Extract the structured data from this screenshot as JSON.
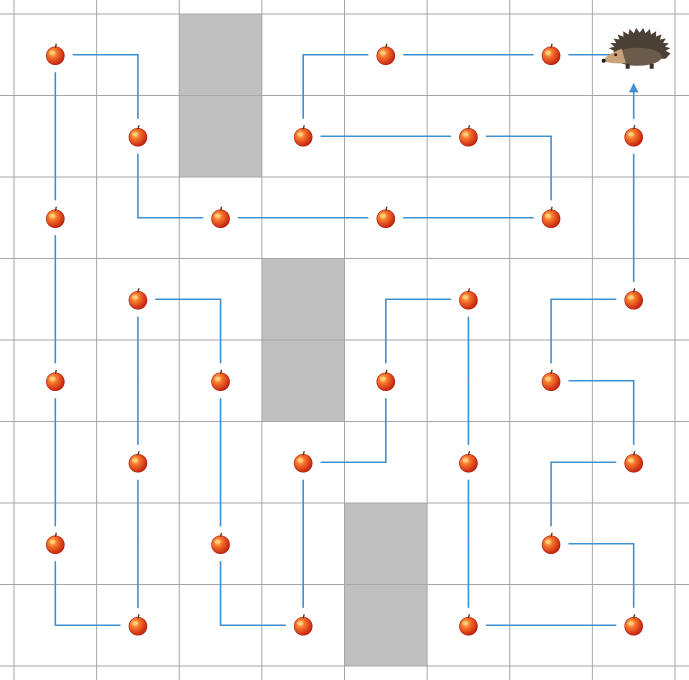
{
  "puzzle": {
    "grid": {
      "cols": 8,
      "rows": 8
    },
    "colors": {
      "background": "#ffffff",
      "grid_line": "#a6a6a6",
      "blocked_cell": "#c0c0c0",
      "path": "#3f8fd3",
      "apple_body": "#e8461d",
      "apple_highlight": "#ffd27a",
      "apple_stem": "#5a3b1a",
      "hedgehog_body": "#4a4036",
      "hedgehog_face": "#c9a27a"
    },
    "blocked_cells": [
      {
        "col": 2,
        "row": 0
      },
      {
        "col": 2,
        "row": 1
      },
      {
        "col": 3,
        "row": 3
      },
      {
        "col": 3,
        "row": 4
      },
      {
        "col": 4,
        "row": 6
      },
      {
        "col": 4,
        "row": 7
      }
    ],
    "hedgehog": {
      "col": 7,
      "row": 0,
      "icon": "hedgehog-icon"
    },
    "apples": [
      {
        "col": 0,
        "row": 0
      },
      {
        "col": 4,
        "row": 0
      },
      {
        "col": 6,
        "row": 0
      },
      {
        "col": 1,
        "row": 1
      },
      {
        "col": 3,
        "row": 1
      },
      {
        "col": 5,
        "row": 1
      },
      {
        "col": 7,
        "row": 1
      },
      {
        "col": 0,
        "row": 2
      },
      {
        "col": 2,
        "row": 2
      },
      {
        "col": 4,
        "row": 2
      },
      {
        "col": 6,
        "row": 2
      },
      {
        "col": 1,
        "row": 3
      },
      {
        "col": 5,
        "row": 3
      },
      {
        "col": 7,
        "row": 3
      },
      {
        "col": 0,
        "row": 4
      },
      {
        "col": 2,
        "row": 4
      },
      {
        "col": 4,
        "row": 4
      },
      {
        "col": 6,
        "row": 4
      },
      {
        "col": 1,
        "row": 5
      },
      {
        "col": 3,
        "row": 5
      },
      {
        "col": 5,
        "row": 5
      },
      {
        "col": 7,
        "row": 5
      },
      {
        "col": 0,
        "row": 6
      },
      {
        "col": 2,
        "row": 6
      },
      {
        "col": 6,
        "row": 6
      },
      {
        "col": 1,
        "row": 7
      },
      {
        "col": 3,
        "row": 7
      },
      {
        "col": 5,
        "row": 7
      },
      {
        "col": 7,
        "row": 7
      }
    ],
    "path_cells": [
      [
        7,
        0
      ],
      [
        6,
        0
      ],
      [
        5,
        0
      ],
      [
        4,
        0
      ],
      [
        3,
        0
      ],
      [
        3,
        1
      ],
      [
        4,
        1
      ],
      [
        5,
        1
      ],
      [
        6,
        1
      ],
      [
        6,
        2
      ],
      [
        5,
        2
      ],
      [
        4,
        2
      ],
      [
        3,
        2
      ],
      [
        2,
        2
      ],
      [
        1,
        2
      ],
      [
        1,
        1
      ],
      [
        1,
        0
      ],
      [
        0,
        0
      ],
      [
        0,
        1
      ],
      [
        0,
        2
      ],
      [
        0,
        3
      ],
      [
        0,
        4
      ],
      [
        0,
        5
      ],
      [
        0,
        6
      ],
      [
        0,
        7
      ],
      [
        1,
        7
      ],
      [
        1,
        6
      ],
      [
        1,
        5
      ],
      [
        1,
        4
      ],
      [
        1,
        3
      ],
      [
        2,
        3
      ],
      [
        2,
        4
      ],
      [
        2,
        5
      ],
      [
        2,
        6
      ],
      [
        2,
        7
      ],
      [
        3,
        7
      ],
      [
        3,
        6
      ],
      [
        3,
        5
      ],
      [
        4,
        5
      ],
      [
        4,
        4
      ],
      [
        4,
        3
      ],
      [
        5,
        3
      ],
      [
        5,
        4
      ],
      [
        5,
        5
      ],
      [
        5,
        6
      ],
      [
        5,
        7
      ],
      [
        6,
        7
      ],
      [
        7,
        7
      ],
      [
        7,
        6
      ],
      [
        6,
        6
      ],
      [
        6,
        5
      ],
      [
        7,
        5
      ],
      [
        7,
        4
      ],
      [
        6,
        4
      ],
      [
        6,
        3
      ],
      [
        7,
        3
      ],
      [
        7,
        2
      ],
      [
        7,
        1
      ],
      [
        7,
        0
      ]
    ],
    "arrows": [
      "arrow-into-hedgehog-left",
      "arrow-into-hedgehog-up"
    ]
  }
}
